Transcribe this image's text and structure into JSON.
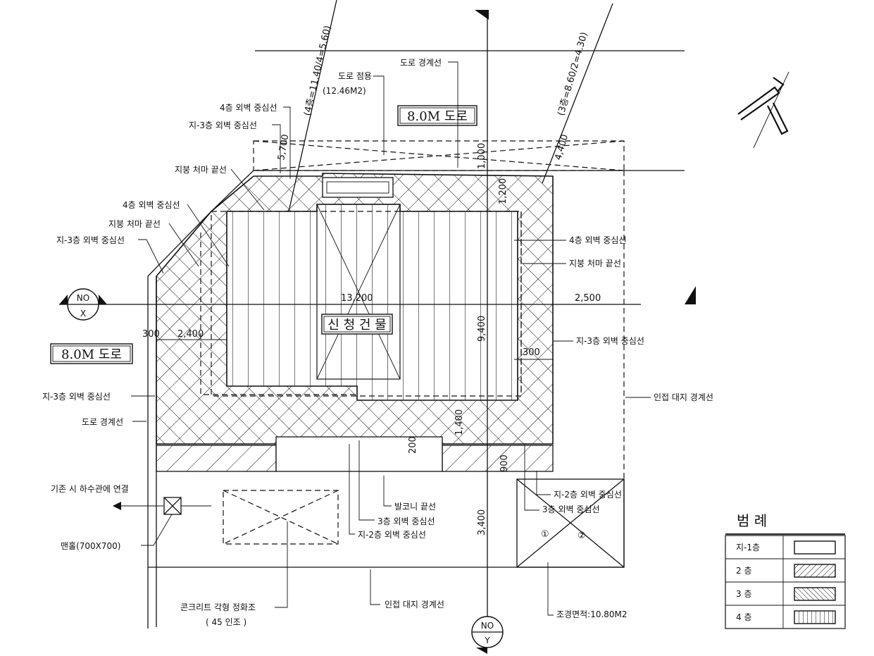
{
  "labels": {
    "road_boundary_top": "도로 경계선",
    "road_encroach": "도로 점용",
    "road_encroach_area": "(12.46M2)",
    "road_8m_top": "8.0M 도로",
    "road_8m_left": "8.0M 도로",
    "wall_4f_top": "4층 외벽 중심선",
    "wall_b3_top": "지-3층 외벽 중심선",
    "eave_top": "지붕 처마 끝선",
    "wall_4f_left": "4층 외벽 중심선",
    "eave_left": "지붕 처마 끝선",
    "wall_b3_left": "지-3층 외벽 중심선",
    "wall_4f_right": "4층 외벽 중심선",
    "eave_right": "지붕 처마 끝선",
    "wall_b3_right": "지-3층 외벽 중심선",
    "adjacent_boundary_right": "인접 대지 경계선",
    "wall_b3_left2": "지-3층 외벽 중심선",
    "road_boundary_left": "도로 경계선",
    "sewer_connect": "기존 시 하수관에 연결",
    "manhole": "맨홀(700X700)",
    "septic_tank": "콘크리트 각형 정화조",
    "septic_capacity": "( 45 인조 )",
    "balcony_end": "발코니 끝선",
    "wall_3f_bottom": "3층 외벽 중심선",
    "wall_b2_bottom": "지-2층 외벽 중심선",
    "adjacent_boundary_bottom": "인접 대지 경계선",
    "wall_b2_right": "지-2층 외벽 중심선",
    "wall_3f_right": "3층 외벽 중심선",
    "landscape_area": "조경면적:10.80M2",
    "building": "신 청 건 물",
    "diag_left": "(4층=11.40/4=5.60)",
    "diag_right": "(3층=8.60/2=4.30)",
    "circle_1": "①",
    "circle_2": "②"
  },
  "dimensions": {
    "d5700": "5,700",
    "d4400": "4,400",
    "d1000": "1,000",
    "d1200": "1,200",
    "d13200": "13,200",
    "d2500": "2,500",
    "d300_left": "300",
    "d2400": "2,400",
    "d9400": "9,400",
    "d300_right": "300",
    "d1400": "1,400",
    "d200": "200",
    "d900": "900",
    "d3400": "3,400"
  },
  "markers": {
    "x_marker_top": "NO",
    "x_marker_bottom": "X",
    "y_marker_top": "NO",
    "y_marker_bottom": "Y"
  },
  "legend": {
    "title": "범  례",
    "rows": [
      {
        "floor": "지-1층",
        "pattern": "blank"
      },
      {
        "floor": "2   층",
        "pattern": "hatch-right"
      },
      {
        "floor": "3   층",
        "pattern": "hatch-left"
      },
      {
        "floor": "4   층",
        "pattern": "vertical"
      }
    ]
  }
}
